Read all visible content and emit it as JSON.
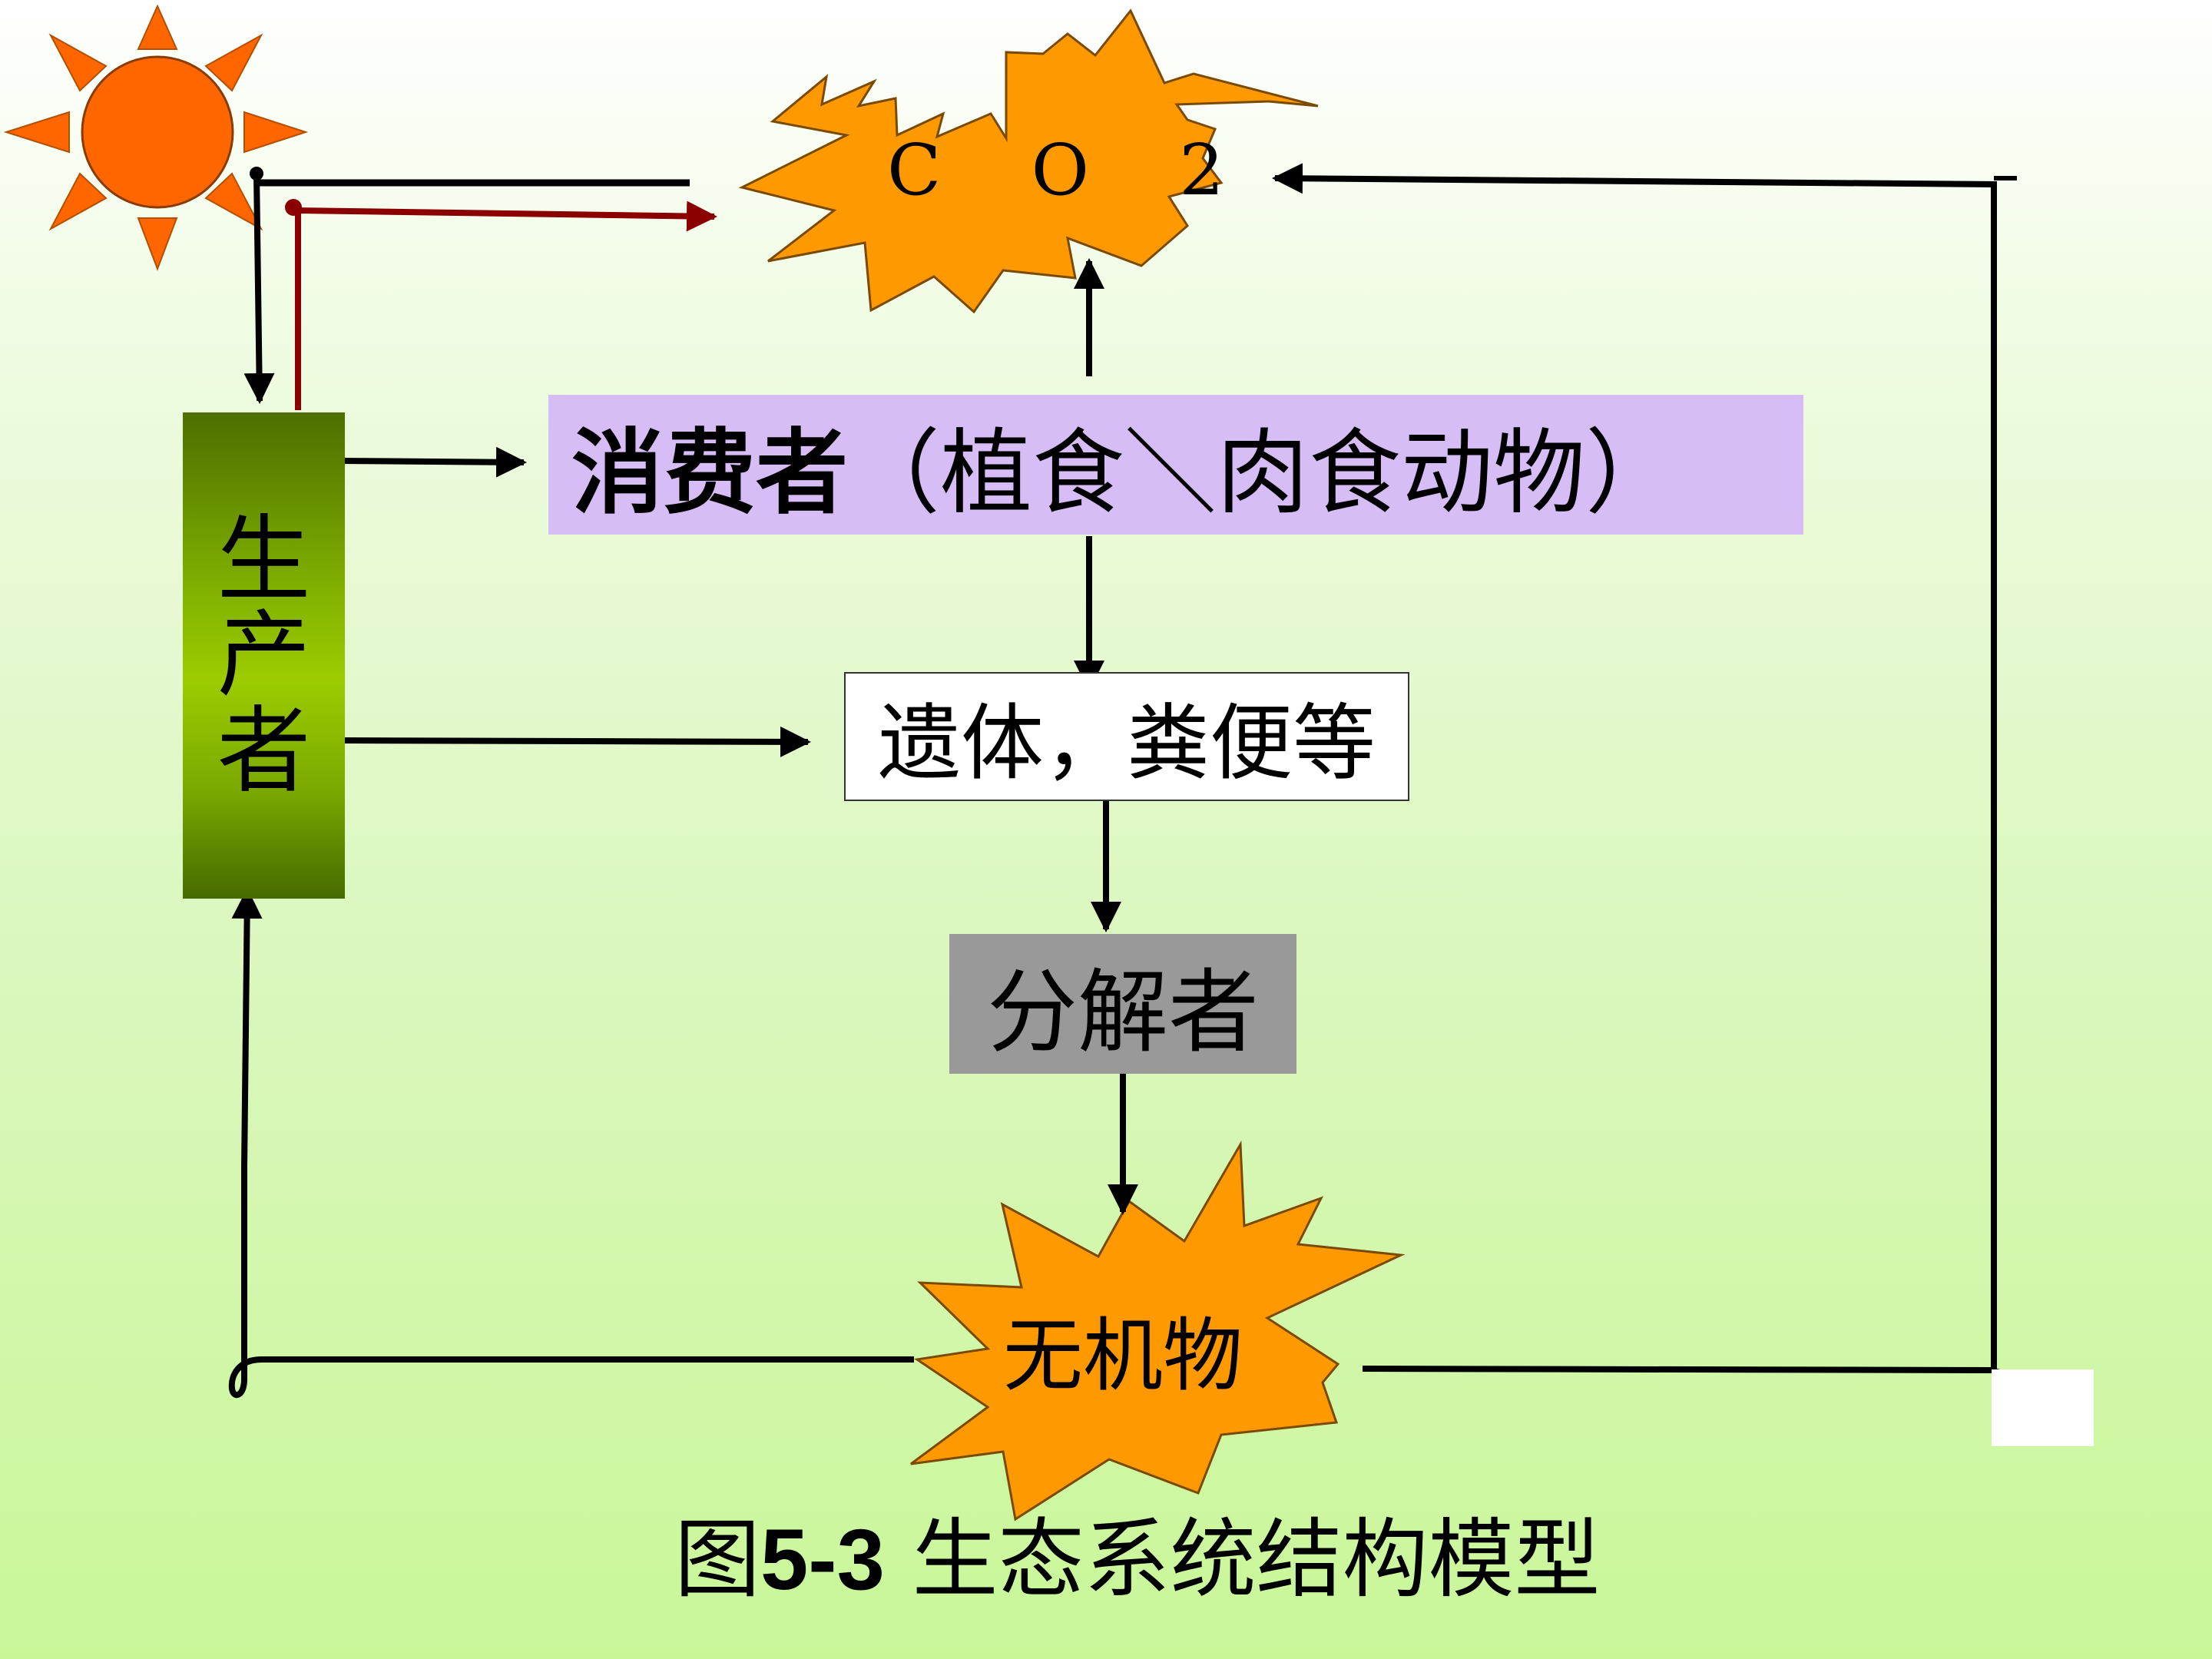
{
  "nodes": {
    "co2": "C O 2",
    "consumer_main": "消费者",
    "consumer_detail": "（植食＼肉食动物）",
    "producer": [
      "生",
      "产",
      "者"
    ],
    "remains": "遗体，粪便等",
    "decomposer": "分解者",
    "inorganic": "无机物"
  },
  "caption": {
    "prefix": "图",
    "number": "5-3",
    "text": " 生态系统结构模型"
  },
  "colors": {
    "sun": "#ff6600",
    "star": "#ff9900",
    "consumer_box": "#d6bdf6",
    "decomposer_box": "#999999",
    "producer_box": "#8fbf00",
    "energy_arrow": "#8b0000",
    "line": "#000000"
  }
}
